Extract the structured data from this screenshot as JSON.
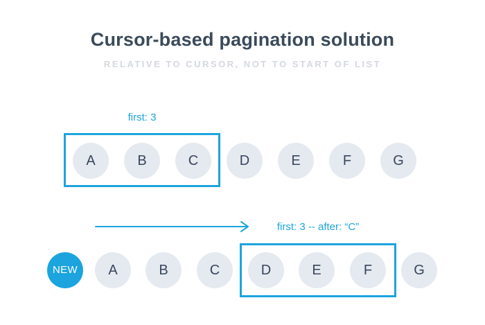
{
  "header": {
    "title": "Cursor-based pagination solution",
    "subtitle": "RELATIVE TO CURSOR, NOT TO START OF LIST"
  },
  "colors": {
    "background": "#ffffff",
    "accent_blue": "#1ba4de",
    "title_text": "#3a4a5a",
    "subtitle_text": "#d4d8df",
    "circle_fill": "#e5eaf0",
    "circle_text": "#39455c",
    "new_circle_fill": "#1ba4de",
    "new_circle_text": "#ffffff"
  },
  "row1": {
    "query_label": "first: 3",
    "items": [
      "A",
      "B",
      "C",
      "D",
      "E",
      "F",
      "G"
    ],
    "selected_items": [
      "A",
      "B",
      "C"
    ]
  },
  "row2": {
    "query_label": "first: 3 -- after: “C”",
    "new_label": "NEW",
    "items": [
      "A",
      "B",
      "C",
      "D",
      "E",
      "F",
      "G"
    ],
    "selected_items": [
      "D",
      "E",
      "F"
    ]
  },
  "icons": {
    "arrow": "arrow-right-icon"
  }
}
